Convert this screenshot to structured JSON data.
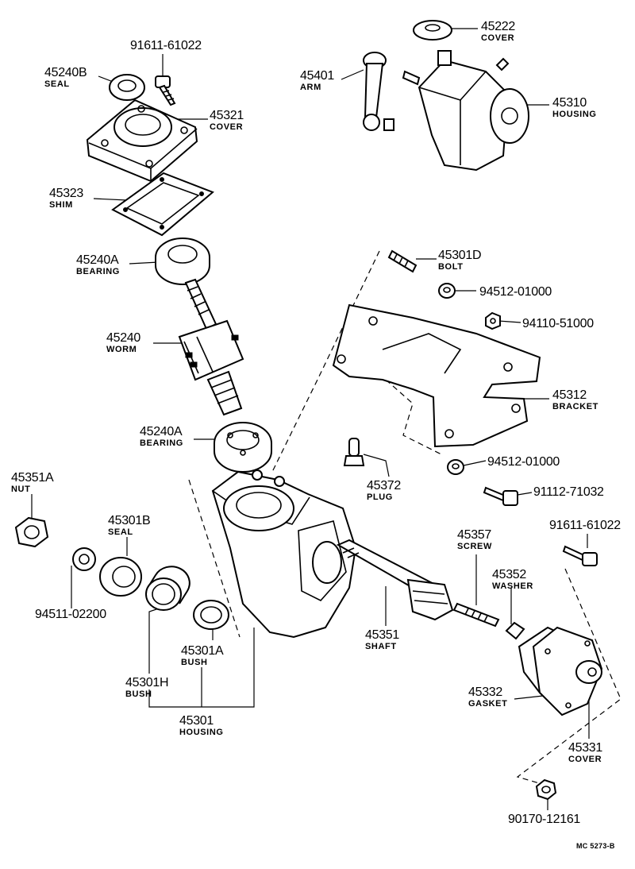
{
  "diagram_code": "MC 5273-B",
  "callouts": [
    {
      "id": "seal-45240b",
      "part_no": "45240B",
      "name": "SEAL"
    },
    {
      "id": "bolt-91611-top",
      "part_no": "91611-61022",
      "name": ""
    },
    {
      "id": "cover-45321",
      "part_no": "45321",
      "name": "COVER"
    },
    {
      "id": "shim-45323",
      "part_no": "45323",
      "name": "SHIM"
    },
    {
      "id": "bearing-45240a-top",
      "part_no": "45240A",
      "name": "BEARING"
    },
    {
      "id": "worm-45240",
      "part_no": "45240",
      "name": "WORM"
    },
    {
      "id": "bearing-45240a-bottom",
      "part_no": "45240A",
      "name": "BEARING"
    },
    {
      "id": "cover-45222",
      "part_no": "45222",
      "name": "COVER"
    },
    {
      "id": "arm-45401",
      "part_no": "45401",
      "name": "ARM"
    },
    {
      "id": "housing-45310",
      "part_no": "45310",
      "name": "HOUSING"
    },
    {
      "id": "bolt-45301d",
      "part_no": "45301D",
      "name": "BOLT"
    },
    {
      "id": "washer-94512-top",
      "part_no": "94512-01000",
      "name": ""
    },
    {
      "id": "nut-94110",
      "part_no": "94110-51000",
      "name": ""
    },
    {
      "id": "bracket-45312",
      "part_no": "45312",
      "name": "BRACKET"
    },
    {
      "id": "washer-94512-bottom",
      "part_no": "94512-01000",
      "name": ""
    },
    {
      "id": "plug-45372",
      "part_no": "45372",
      "name": "PLUG"
    },
    {
      "id": "bolt-91112",
      "part_no": "91112-71032",
      "name": ""
    },
    {
      "id": "nut-45351a",
      "part_no": "45351A",
      "name": "NUT"
    },
    {
      "id": "seal-45301b",
      "part_no": "45301B",
      "name": "SEAL"
    },
    {
      "id": "washer-94511",
      "part_no": "94511-02200",
      "name": ""
    },
    {
      "id": "bush-45301a",
      "part_no": "45301A",
      "name": "BUSH"
    },
    {
      "id": "bush-45301h",
      "part_no": "45301H",
      "name": "BUSH"
    },
    {
      "id": "housing-45301",
      "part_no": "45301",
      "name": "HOUSING"
    },
    {
      "id": "screw-45357",
      "part_no": "45357",
      "name": "SCREW"
    },
    {
      "id": "washer-45352",
      "part_no": "45352",
      "name": "WASHER"
    },
    {
      "id": "shaft-45351",
      "part_no": "45351",
      "name": "SHAFT"
    },
    {
      "id": "bolt-91611-right",
      "part_no": "91611-61022",
      "name": ""
    },
    {
      "id": "gasket-45332",
      "part_no": "45332",
      "name": "GASKET"
    },
    {
      "id": "cover-45331",
      "part_no": "45331",
      "name": "COVER"
    },
    {
      "id": "nut-90170",
      "part_no": "90170-12161",
      "name": ""
    }
  ]
}
